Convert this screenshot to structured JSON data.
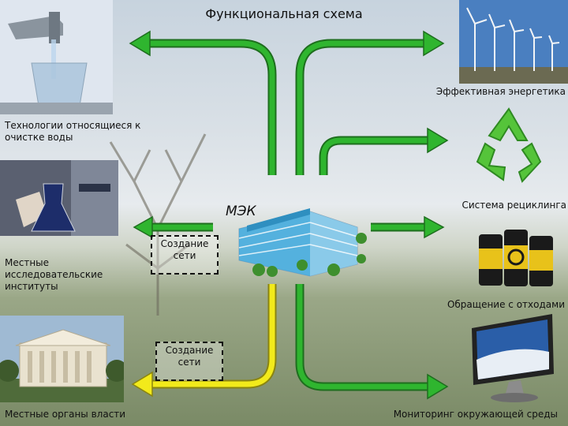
{
  "title": "Функциональная схема",
  "center_label": "МЭК",
  "network_box_1": "Создание сети",
  "network_box_2": "Создание сети",
  "nodes": {
    "water": "Технологии относящиеся к очистке воды",
    "research": "Местные исследовательские институты",
    "government": "Местные органы власти",
    "energy": "Эффективная энергетика",
    "recycling": "Система рециклинга",
    "waste": "Обращение с отходами",
    "monitoring": "Мониторинг окружающей среды"
  },
  "colors": {
    "green_arrow": "#2fb52f",
    "yellow_arrow": "#f2ea1b",
    "building": "#3aa6d9",
    "recycle": "#55c43a"
  }
}
